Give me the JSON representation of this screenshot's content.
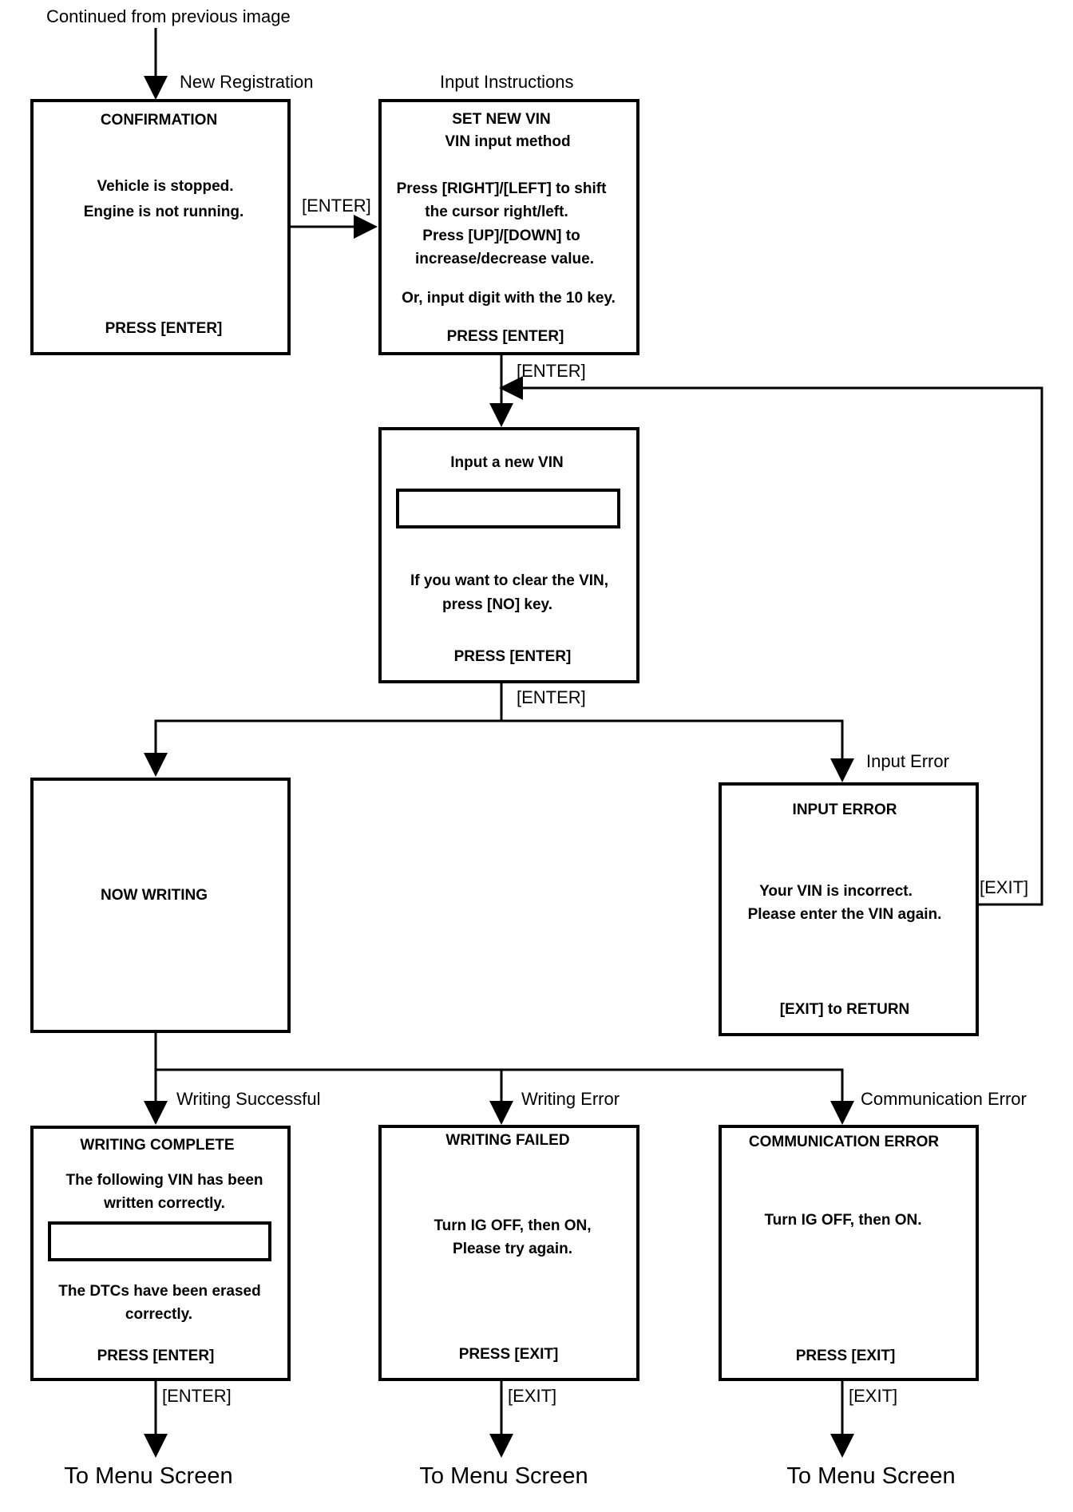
{
  "top_note": "Continued from previous image",
  "labels": {
    "new_registration": "New Registration",
    "input_instructions": "Input Instructions",
    "enter_1": "[ENTER]",
    "enter_2": "[ENTER]",
    "enter_3": "[ENTER]",
    "input_error": "Input Error",
    "exit_return": "[EXIT]",
    "writing_successful": "Writing Successful",
    "writing_error": "Writing Error",
    "communication_error": "Communication Error",
    "enter_4": "[ENTER]",
    "exit_1": "[EXIT]",
    "exit_2": "[EXIT]",
    "menu_1": "To Menu Screen",
    "menu_2": "To Menu Screen",
    "menu_3": "To Menu Screen"
  },
  "screens": {
    "confirmation": {
      "title": "CONFIRMATION",
      "line1": "Vehicle is stopped.",
      "line2": "Engine is not running.",
      "footer": "PRESS [ENTER]"
    },
    "set_new_vin": {
      "title": "SET NEW VIN",
      "subtitle": "VIN input method",
      "line1": "Press [RIGHT]/[LEFT] to shift",
      "line2": "the cursor right/left.",
      "line3": "Press [UP]/[DOWN] to",
      "line4": "increase/decrease value.",
      "line5": "Or, input digit with the 10 key.",
      "footer": "PRESS [ENTER]"
    },
    "input_vin": {
      "title": "Input a new VIN",
      "line1": "If you want to clear the VIN,",
      "line2": "press [NO] key.",
      "footer": "PRESS [ENTER]"
    },
    "now_writing": {
      "title": "NOW WRITING"
    },
    "input_error": {
      "title": "INPUT ERROR",
      "line1": "Your VIN is incorrect.",
      "line2": "Please enter the VIN again.",
      "footer": "[EXIT] to RETURN"
    },
    "writing_complete": {
      "title": "WRITING COMPLETE",
      "line1": "The following VIN has been",
      "line2": "written correctly.",
      "line3": "The DTCs have been erased",
      "line4": "correctly.",
      "footer": "PRESS [ENTER]"
    },
    "writing_failed": {
      "title": "WRITING FAILED",
      "line1": "Turn IG OFF, then ON,",
      "line2": "Please try again.",
      "footer": "PRESS [EXIT]"
    },
    "communication_error": {
      "title": "COMMUNICATION ERROR",
      "line1": "Turn IG OFF, then ON.",
      "footer": "PRESS [EXIT]"
    }
  }
}
